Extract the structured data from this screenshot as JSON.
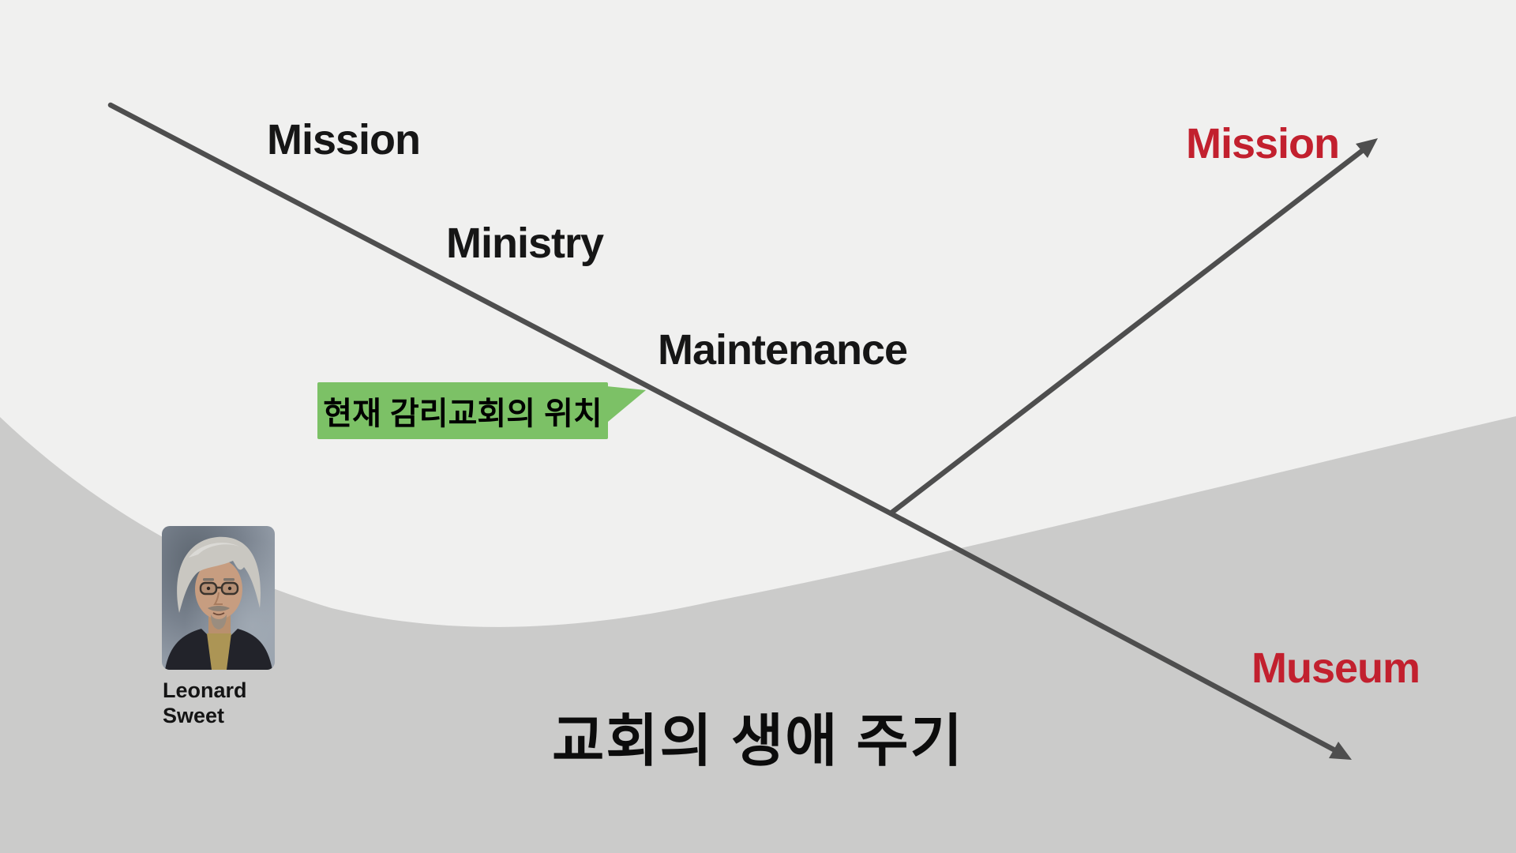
{
  "slide": {
    "title": "교회의 생애 주기",
    "colors": {
      "background_light": "#f0f0ef",
      "background_dark": "#cbcbca",
      "line": "#4e4e4e",
      "accent_red": "#c2202e",
      "callout_green": "#7cc166"
    },
    "decline_labels": [
      {
        "label": "Mission"
      },
      {
        "label": "Ministry"
      },
      {
        "label": "Maintenance"
      }
    ],
    "outcome_labels": {
      "rise": {
        "label": "Mission"
      },
      "fall": {
        "label": "Museum"
      }
    },
    "callout": {
      "text": "현재 감리교회의 위치"
    },
    "attribution": {
      "name": "Leonard\nSweet"
    }
  }
}
